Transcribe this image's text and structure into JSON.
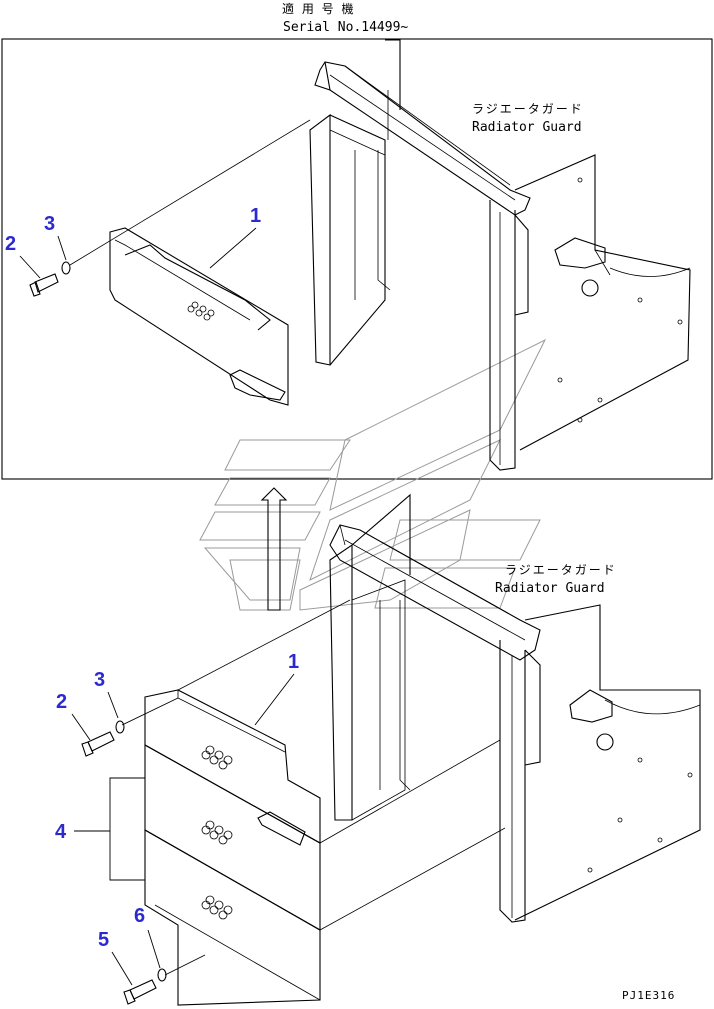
{
  "header": {
    "serial_label_jp": "適 用 号 機",
    "serial_number": "Serial No.14499~"
  },
  "inset": {
    "guard_label_jp": "ラジエータガード",
    "guard_label_en": "Radiator Guard"
  },
  "main": {
    "guard_label_jp": "ラジエータガード",
    "guard_label_en": "Radiator Guard"
  },
  "callouts": {
    "inset": [
      "1",
      "2",
      "3"
    ],
    "main": [
      "1",
      "2",
      "3",
      "4",
      "5",
      "6"
    ]
  },
  "drawing_code": "PJ1E316",
  "colors": {
    "callout": "#2a2ad0",
    "line": "#000000",
    "watermark": "#9a9a9a"
  }
}
